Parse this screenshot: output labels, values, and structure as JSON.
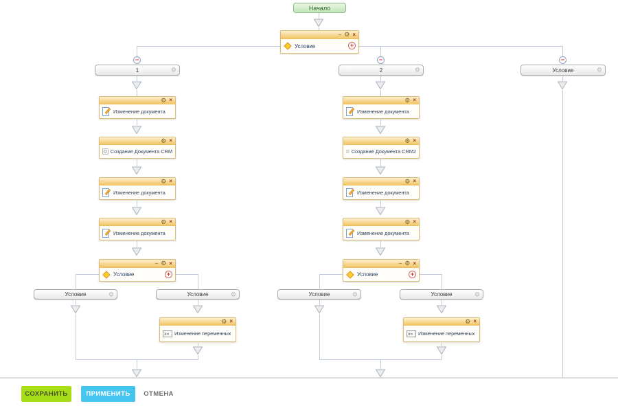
{
  "workflow": {
    "start": {
      "label": "Начало"
    },
    "controls": {
      "minimize": "−",
      "settings": "⚙",
      "close": "×",
      "add": "+",
      "collapse": "−"
    },
    "top_condition": {
      "title": "Условие"
    },
    "branches": [
      {
        "label": "1"
      },
      {
        "label": "2"
      },
      {
        "label": "Условие"
      }
    ],
    "columns": [
      {
        "activities": [
          {
            "label": "Изменение документа"
          },
          {
            "label": "Создание Документа CRM"
          },
          {
            "label": "Изменение документа"
          },
          {
            "label": "Изменение документа"
          }
        ],
        "condition": {
          "title": "Условие"
        },
        "sub_branches": [
          {
            "label": "Условие"
          },
          {
            "label": "Условие"
          }
        ],
        "variables_activity": {
          "label": "Изменение переменных"
        }
      },
      {
        "activities": [
          {
            "label": "Изменение документа"
          },
          {
            "label": "Создание Документа CRM2"
          },
          {
            "label": "Изменение документа"
          },
          {
            "label": "Изменение документа"
          }
        ],
        "condition": {
          "title": "Условие"
        },
        "sub_branches": [
          {
            "label": "Условие"
          },
          {
            "label": "Условие"
          }
        ],
        "variables_activity": {
          "label": "Изменение переменных"
        }
      }
    ]
  },
  "footer": {
    "save": "СОХРАНИТЬ",
    "apply": "ПРИМЕНИТЬ",
    "cancel": "ОТМЕНА"
  },
  "colors": {
    "header_orange": "#f3c566",
    "save_green": "#a6dd17",
    "apply_blue": "#46c5f0",
    "connector": "#c2cddc",
    "start_green": "#c4e5b8"
  },
  "icons": {
    "condition": "diamond-icon",
    "document_edit": "document-edit-icon",
    "crm_document": "crm-document-icon",
    "variables": "variables-icon"
  }
}
